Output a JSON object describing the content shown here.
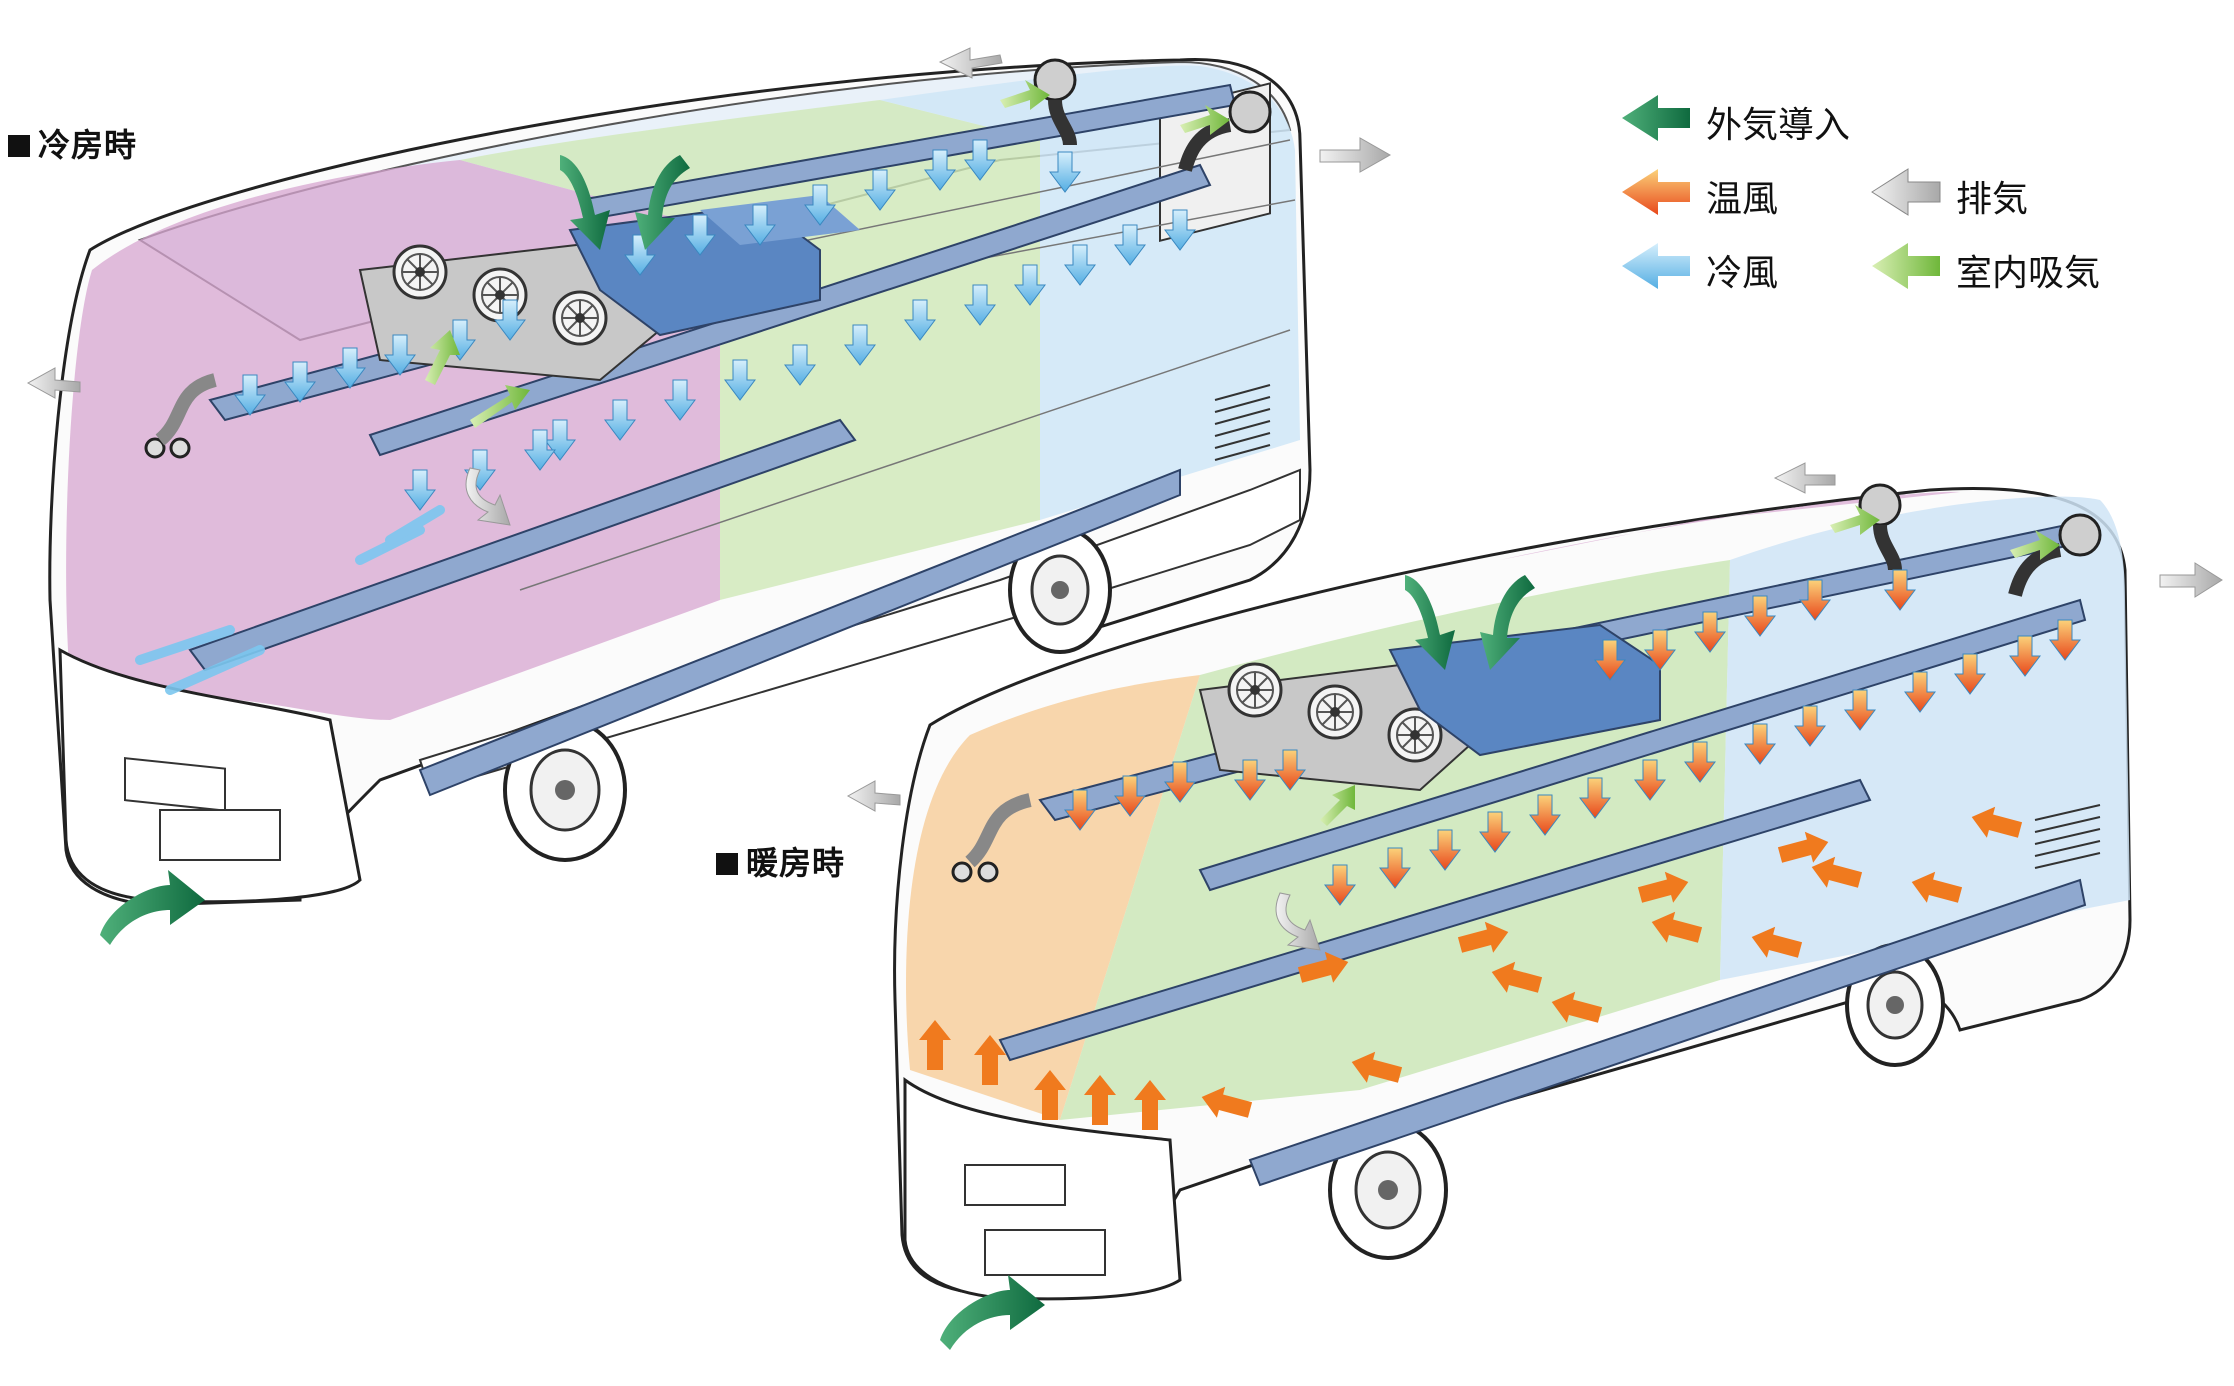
{
  "labels": {
    "cooling": "冷房時",
    "heating": "暖房時"
  },
  "legend": {
    "outside_air_intake": "外気導入",
    "warm_air": "温風",
    "exhaust": "排気",
    "cold_air": "冷風",
    "indoor_air_intake": "室内吸気"
  },
  "colors": {
    "outside_air_intake": "#1e8a55",
    "warm_air": "#f07a1e",
    "exhaust": "#b8b8b8",
    "cold_air": "#7cc7ef",
    "indoor_air_intake": "#8cc84b",
    "duct": "#8aa3c8",
    "zone_pink": "#d9a6cf",
    "zone_green": "#c9e6b4",
    "zone_blue": "#cfe4f6",
    "zone_orange": "#f7cf9e"
  },
  "icons": {
    "outside_air_intake": "green-arrow-icon",
    "warm_air": "orange-arrow-icon",
    "exhaust": "gray-arrow-icon",
    "cold_air": "blue-arrow-icon",
    "indoor_air_intake": "lightgreen-arrow-icon"
  }
}
